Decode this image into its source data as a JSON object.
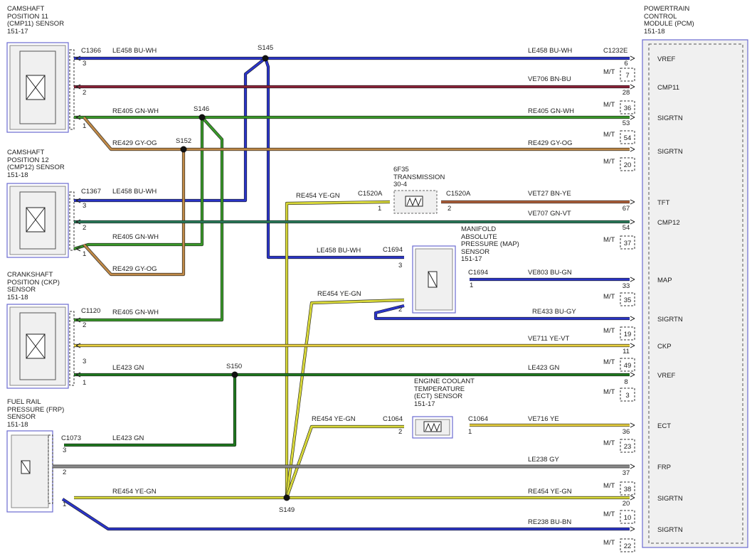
{
  "components": {
    "cmp11": {
      "title": "CAMSHAFT\nPOSITION 11\n(CMP11) SENSOR\n151-17",
      "connector": "C1366"
    },
    "cmp12": {
      "title": "CAMSHAFT\nPOSITION 12\n(CMP12) SENSOR\n151-18",
      "connector": "C1367"
    },
    "ckp": {
      "title": "CRANKSHAFT\nPOSITION (CKP)\nSENSOR\n151-18",
      "connector": "C1120"
    },
    "frp": {
      "title": "FUEL RAIL\nPRESSURE (FRP)\nSENSOR\n151-18",
      "connector": "C1073"
    },
    "trans": {
      "title": "6F35\nTRANSMISSION\n30-4",
      "connector_left": "C1520A",
      "connector_right": "C1520A"
    },
    "map": {
      "title": "MANIFOLD\nABSOLUTE\nPRESSURE (MAP)\nSENSOR\n151-17",
      "connector_left": "C1694",
      "connector_right": "C1694"
    },
    "ect": {
      "title": "ENGINE COOLANT\nTEMPERATURE\n(ECT) SENSOR\n151-17",
      "connector_left": "C1064",
      "connector_right": "C1064"
    },
    "pcm": {
      "title": "POWERTRAIN\nCONTROL\nMODULE (PCM)\n151-18",
      "connector": "C1232E"
    }
  },
  "splices": [
    "S145",
    "S146",
    "S152",
    "S149",
    "S150"
  ],
  "wires": [
    {
      "circuit": "LE458",
      "color_code": "BU-WH",
      "stroke": "#2b35c9"
    },
    {
      "circuit": "VE706",
      "color_code": "BN-BU",
      "stroke": "#8b2238"
    },
    {
      "circuit": "RE405",
      "color_code": "GN-WH",
      "stroke": "#3a9a2a"
    },
    {
      "circuit": "RE429",
      "color_code": "GY-OG",
      "stroke": "#c08a48"
    },
    {
      "circuit": "RE454",
      "color_code": "YE-GN",
      "stroke": "#d8d83a"
    },
    {
      "circuit": "VET27",
      "color_code": "BN-YE",
      "stroke": "#b0603a"
    },
    {
      "circuit": "VE707",
      "color_code": "GN-VT",
      "stroke": "#2a7a5a"
    },
    {
      "circuit": "VE803",
      "color_code": "BU-GN",
      "stroke": "#2b35c9"
    },
    {
      "circuit": "RE433",
      "color_code": "BU-GY",
      "stroke": "#2b35c9"
    },
    {
      "circuit": "VE711",
      "color_code": "YE-VT",
      "stroke": "#e8d040"
    },
    {
      "circuit": "LE423",
      "color_code": "GN",
      "stroke": "#1f7a1f"
    },
    {
      "circuit": "VE716",
      "color_code": "YE",
      "stroke": "#e8d040"
    },
    {
      "circuit": "LE238",
      "color_code": "GY",
      "stroke": "#888888"
    },
    {
      "circuit": "RE238",
      "color_code": "BU-BN",
      "stroke": "#2b35c9"
    }
  ],
  "pcm_pins": [
    {
      "signal": "VREF",
      "pin": "6",
      "mt_pin": "7"
    },
    {
      "signal": "CMP11",
      "pin": "28",
      "mt_pin": "36"
    },
    {
      "signal": "SIGRTN",
      "pin": "53",
      "mt_pin": "54"
    },
    {
      "signal": "SIGRTN",
      "pin": "",
      "mt_pin": "20"
    },
    {
      "signal": "TFT",
      "pin": "67",
      "mt_pin": ""
    },
    {
      "signal": "CMP12",
      "pin": "54",
      "mt_pin": "37"
    },
    {
      "signal": "MAP",
      "pin": "33",
      "mt_pin": "35"
    },
    {
      "signal": "SIGRTN",
      "pin": "",
      "mt_pin": "19"
    },
    {
      "signal": "CKP",
      "pin": "11",
      "mt_pin": "49"
    },
    {
      "signal": "VREF",
      "pin": "8",
      "mt_pin": "3"
    },
    {
      "signal": "ECT",
      "pin": "36",
      "mt_pin": "23"
    },
    {
      "signal": "FRP",
      "pin": "37",
      "mt_pin": "38"
    },
    {
      "signal": "SIGRTN",
      "pin": "20",
      "mt_pin": "10"
    },
    {
      "signal": "SIGRTN",
      "pin": "",
      "mt_pin": "22"
    }
  ],
  "mt_label": "M/T",
  "sensor_pins": [
    "1",
    "2",
    "3"
  ]
}
